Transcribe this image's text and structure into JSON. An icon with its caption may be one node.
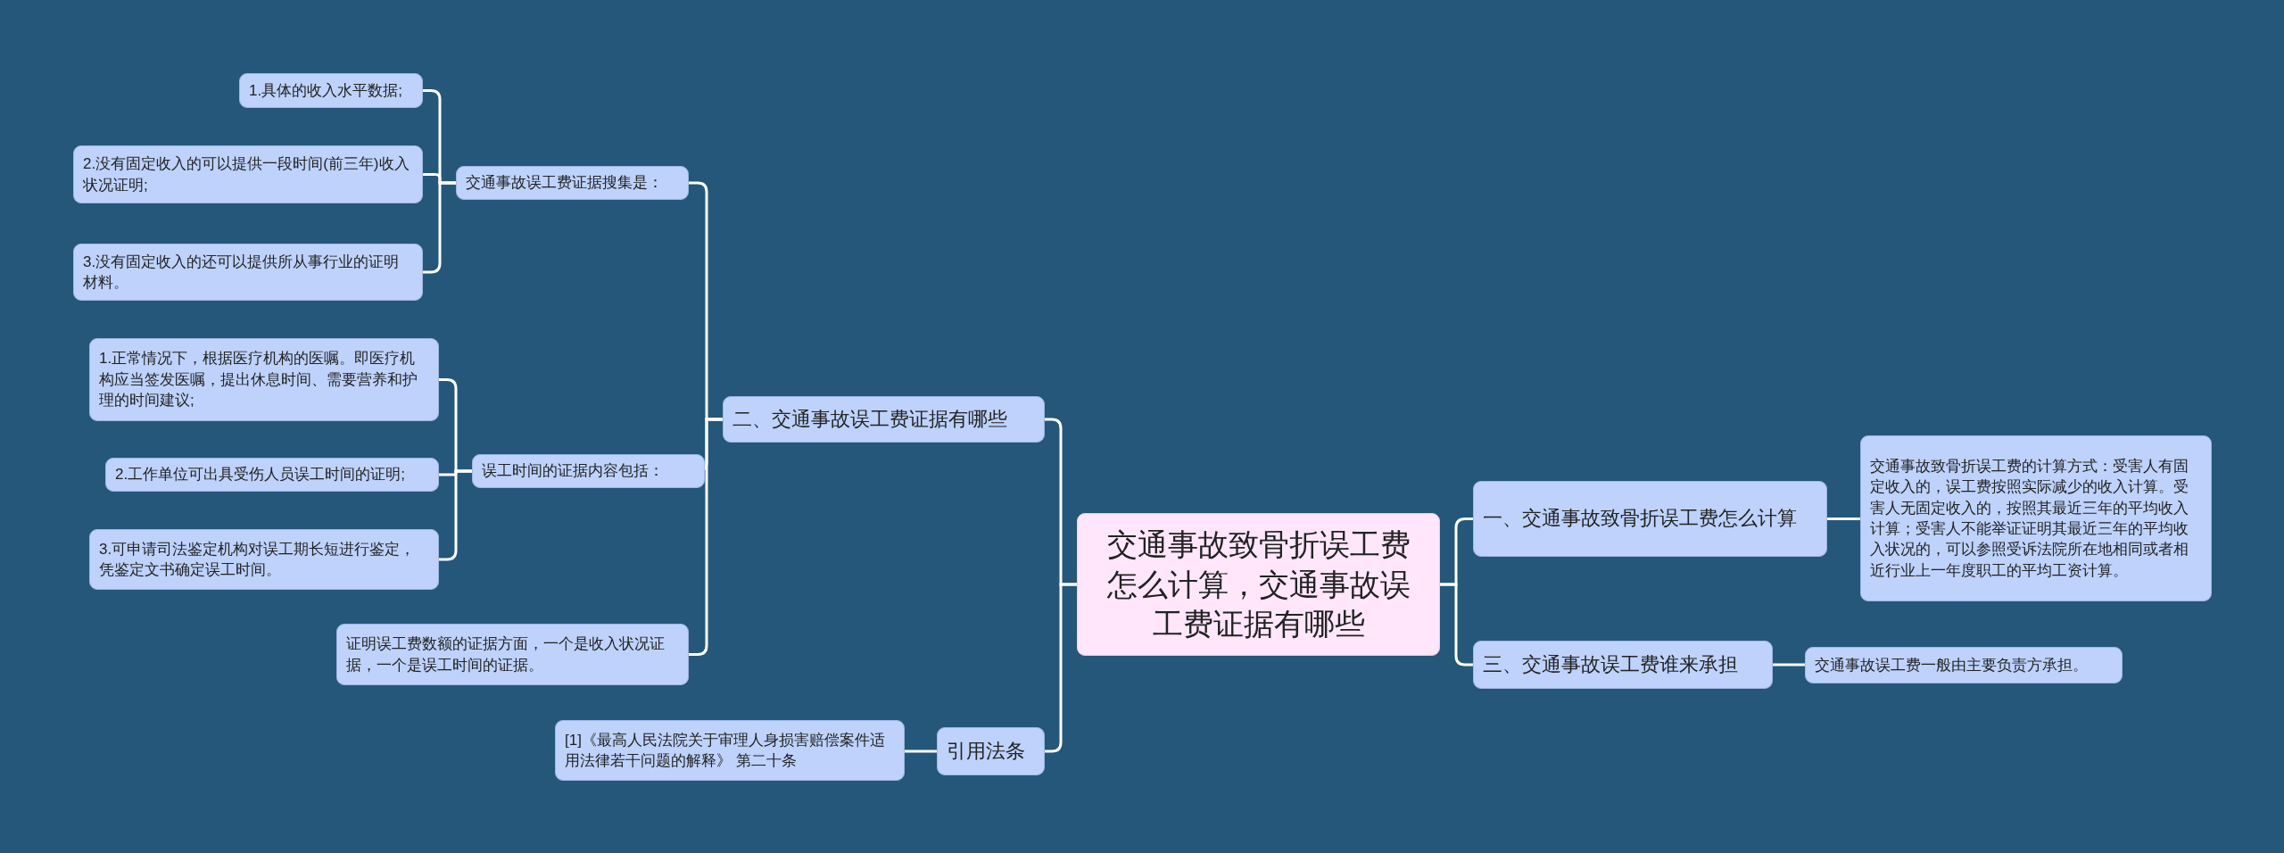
{
  "diagram": {
    "nodes": [
      {
        "text": [
          "交通事故致骨折误工费怎么计算，交通事故误工费证据有哪些"
        ]
      },
      {
        "text": [
          "一、交通事故致骨折误工费怎么计算"
        ]
      },
      {
        "text": [
          "交通事故致骨折误工费的计算方式：受害人有固定收入的，误工费按照实际减少的收入计算。受害人无固定收入的，按照其最近三年的平均收入计算；受害人不能举证证明其最近三年的平均收入状况的，可以参照受诉法院所在地相同或者相近行业上一年度职工的平均工资计算。"
        ]
      },
      {
        "text": [
          "三、交通事故误工费谁来承担"
        ]
      },
      {
        "text": [
          "交通事故误工费一般由主要负责方承担。"
        ]
      },
      {
        "text": [
          "二、交通事故误工费证据有哪些"
        ]
      },
      {
        "text": [
          "交通事故误工费证据搜集是："
        ]
      },
      {
        "text": [
          "1.具体的收入水平数据;"
        ]
      },
      {
        "text": [
          "2.没有固定收入的可以提供一段时间(前三年)收入状况证明;"
        ]
      },
      {
        "text": [
          "3.没有固定收入的还可以提供所从事行业的证明材料。"
        ]
      },
      {
        "text": [
          "误工时间的证据内容包括："
        ]
      },
      {
        "text": [
          "1.正常情况下，根据医疗机构的医嘱。即医疗机构应当签发医嘱，提出休息时间、需要营养和护理的时间建议;"
        ]
      },
      {
        "text": [
          "2.工作单位可出具受伤人员误工时间的证明;"
        ]
      },
      {
        "text": [
          "3.可申请司法鉴定机构对误工期长短进行鉴定，凭鉴定文书确定误工时间。"
        ]
      },
      {
        "text": [
          "证明误工费数额的证据方面，一个是收入状况证据，一个是误工时间的证据。"
        ]
      },
      {
        "text": [
          "引用法条"
        ]
      },
      {
        "text": [
          "[1]《最高人民法院关于审理人身损害赔偿案件适用法律若干问题的解释》 第二十条"
        ]
      }
    ],
    "edges": [
      {
        "from": 0,
        "to": 1,
        "arrow": "none"
      },
      {
        "from": 1,
        "to": 2,
        "arrow": "none"
      },
      {
        "from": 0,
        "to": 3,
        "arrow": "none"
      },
      {
        "from": 3,
        "to": 4,
        "arrow": "none"
      },
      {
        "from": 0,
        "to": 5,
        "arrow": "none"
      },
      {
        "from": 5,
        "to": 6,
        "arrow": "none"
      },
      {
        "from": 6,
        "to": 7,
        "arrow": "none"
      },
      {
        "from": 6,
        "to": 8,
        "arrow": "none"
      },
      {
        "from": 6,
        "to": 9,
        "arrow": "none"
      },
      {
        "from": 5,
        "to": 10,
        "arrow": "none"
      },
      {
        "from": 10,
        "to": 11,
        "arrow": "none"
      },
      {
        "from": 10,
        "to": 12,
        "arrow": "none"
      },
      {
        "from": 10,
        "to": 13,
        "arrow": "none"
      },
      {
        "from": 5,
        "to": 14,
        "arrow": "none"
      },
      {
        "from": 0,
        "to": 15,
        "arrow": "none"
      },
      {
        "from": 15,
        "to": 16,
        "arrow": "none"
      }
    ]
  }
}
